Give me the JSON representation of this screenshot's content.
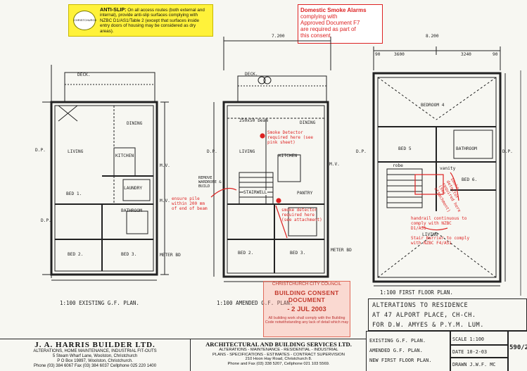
{
  "anti_slip": {
    "logo_text": "CHRISTCHURCH",
    "heading": "ANTI-SLIP:",
    "body": "On all access routes (both external and internal), provide anti-slip surfaces complying with NZBC D1/AS1/Table 2 (except that surfaces inside entry doors of housing may be considered as dry areas)."
  },
  "smoke_notice": {
    "line1": "Domestic Smoke Alarms",
    "line2": "complying with",
    "line3": "Approved Document F7",
    "line4": "are required as part of",
    "line5": "this consent"
  },
  "plans": {
    "existing": {
      "title": "1:100 EXISTING G.F. PLAN.",
      "rooms": {
        "deck": "DECK.",
        "dining": "DINING",
        "living": "LIVING",
        "kitchen": "KITCHEN",
        "laundry": "LAUNDRY",
        "bed1": "BED 1.",
        "bathroom": "BATHROOM",
        "bed2": "BED 2.",
        "bed3": "BED 3.",
        "dp1": "D.P.",
        "dp2": "D.P.",
        "mv1": "M.V.",
        "mv2": "M.V.",
        "meter": "METER BD"
      }
    },
    "amended": {
      "title": "1:100 AMENDED G.F. PLAN.",
      "dim": "7.200",
      "rooms": {
        "deck": "DECK.",
        "beam": "250x50 beam",
        "dining": "DINING",
        "living": "LIVING",
        "kitchen": "KITCHEN",
        "remove": "REMOVE WARDROBE & BUILD",
        "stair": "STAIRWELL",
        "pantry": "PANTRY",
        "bed2": "BED 2.",
        "bed3": "BED 3.",
        "meter": "METER BD",
        "dp": "D.P.",
        "mv": "M.V."
      },
      "smoke_detector_note": "Smoke Detector required here (see pink sheet)",
      "pile_note": "ensure pile within 200 mm of end of beam",
      "bath_note": "smoke detector required here (see attachment)"
    },
    "first": {
      "title": "1:100 FIRST FLOOR PLAN.",
      "dims": {
        "total": "8.200",
        "d1": "3600",
        "d2": "3240",
        "d3": "90",
        "d4": "90"
      },
      "rooms": {
        "bedroom4": "BEDROOM 4",
        "bed5": "BED 5",
        "bathroom": "BATHROOM",
        "living": "LIVING",
        "bed6": "BED 6.",
        "dp1": "D.P.",
        "dp2": "D.P.",
        "robe": "robe",
        "vanity": "vanity"
      },
      "handrail_note": "handrail continuous to comply with NZBC D1/AS1",
      "barrier_note": "Stair Barrier to comply with NZBC F4/AS1",
      "smoke_note": "smoke detector required here (see attachment)"
    }
  },
  "stamp": {
    "line1": "CHRISTCHURCH CITY COUNCIL",
    "line2": "BUILDING CONSENT DOCUMENT",
    "line3": "- 2 JUL 2003",
    "line4": "All building work shall comply with the Building Code notwithstanding any lack of detail which may"
  },
  "title_block": {
    "line1": "ALTERATIONS TO RESIDENCE",
    "line2": "AT 47 ALPORT PLACE, CH-CH.",
    "line3": "FOR D.W. AMYES & P.Y.M. LUM."
  },
  "footer": {
    "harris": {
      "name": "J. A. HARRIS BUILDER LTD.",
      "line1": "ALTERATIONS, HOME MAINTENANCE, INDUSTRIAL FIT-OUTS",
      "line2": "5 Steam Wharf Lane, Woolston, Christchurch",
      "line3": "P O Box 19897, Woolston, Christchurch.",
      "line4": "Phone (03) 384 6067   Fax (03) 384 6037   Cellphone 025 220 1400"
    },
    "architectural": {
      "name": "ARCHITECTURAL AND BUILDING SERVICES LTD.",
      "line1": "ALTERATIONS - MAINTENANCE - RESIDENTIAL - INDUSTRIAL",
      "line2": "PLANS - SPECIFICATIONS - ESTIMATES - CONTRACT SUPERVISION",
      "line3": "210 Hoon Hay Road, Christchurch 8.",
      "line4": "Phone and Fax (03) 338 5207, Cellphone 021 103 5569."
    },
    "sheet": {
      "item1": "EXISTING G.F. PLAN.",
      "item2": "AMENDED G.F. PLAN.",
      "item3": "NEW FIRST FLOOR PLAN.",
      "scale": "SCALE 1:100",
      "date": "DATE 10-2-03",
      "drawn": "DRAWN J.W.F. MC",
      "number": "590/2"
    }
  }
}
